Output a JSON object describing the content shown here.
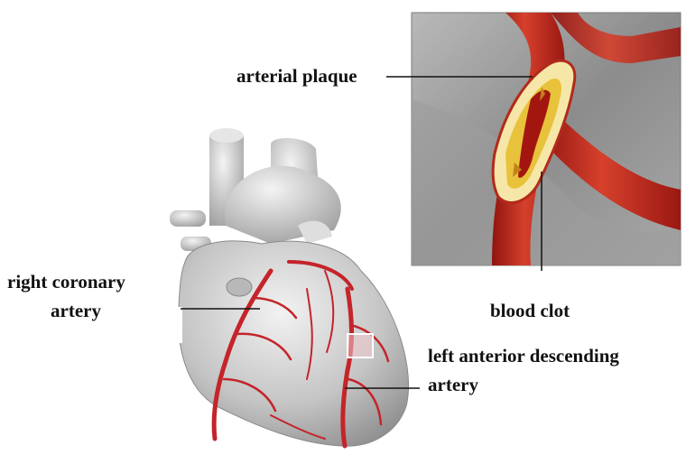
{
  "labels": {
    "arterial_plaque": "arterial plaque",
    "blood_clot": "blood clot",
    "right_coronary_line1": "right coronary",
    "right_coronary_line2": "artery",
    "lad_line1": "left anterior  descending",
    "lad_line2": "artery"
  },
  "colors": {
    "artery": "#c8281c",
    "artery_dark": "#8f1410",
    "plaque": "#e8c23a",
    "heart": "#cfcfcf",
    "inset_bg": "#9a9a9a",
    "leader": "#111111"
  }
}
